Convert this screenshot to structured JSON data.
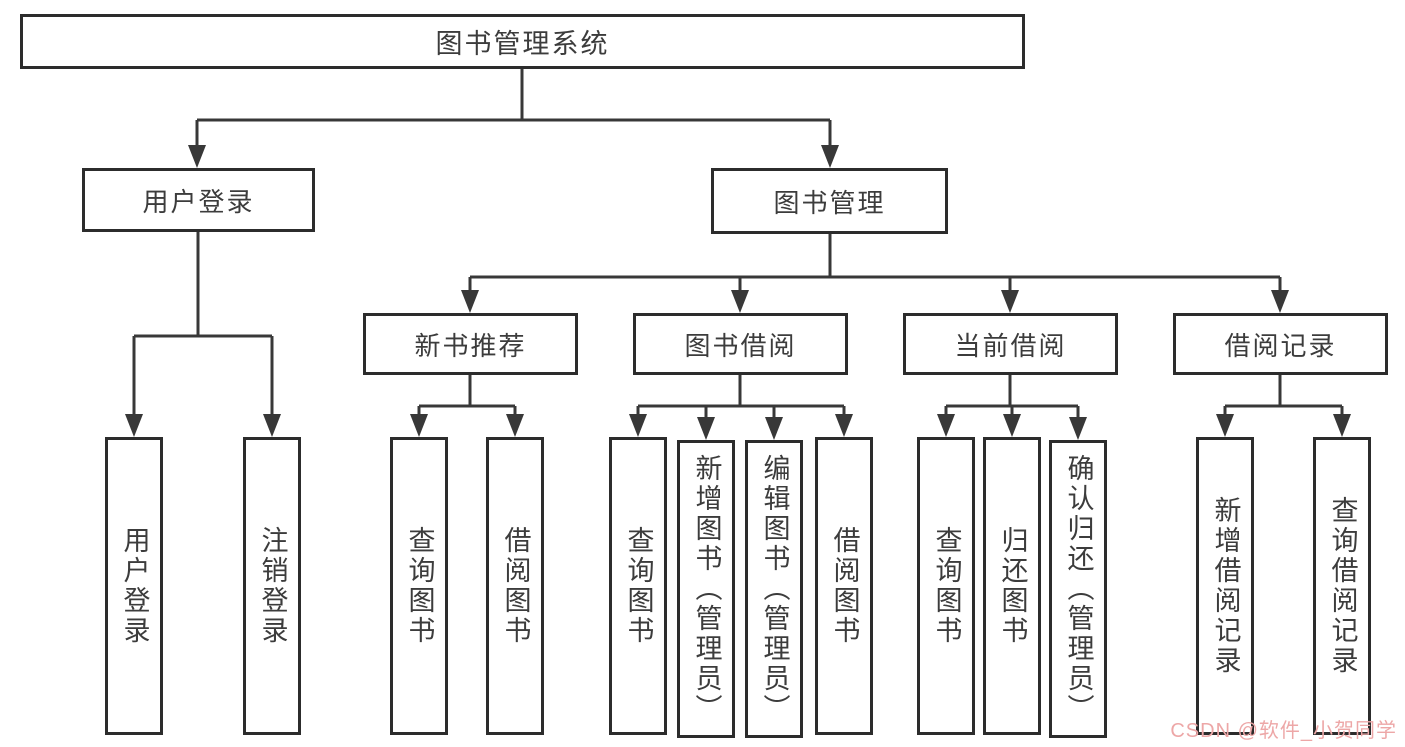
{
  "diagram": {
    "root": "图书管理系统",
    "branches": {
      "user_login": "用户登录",
      "book_management": "图书管理"
    },
    "modules": {
      "new_book_recommend": "新书推荐",
      "book_borrowing": "图书借阅",
      "current_borrowing": "当前借阅",
      "borrowing_records": "借阅记录"
    },
    "leaves": {
      "user_login": "用户登录",
      "logout": "注销登录",
      "nb_query_books": "查询图书",
      "nb_borrow_books": "借阅图书",
      "bb_query_books": "查询图书",
      "bb_add_books_admin": "新增图书（管理员）",
      "bb_edit_books_admin": "编辑图书（管理员）",
      "bb_borrow_books": "借阅图书",
      "cb_query_books": "查询图书",
      "cb_return_books": "归还图书",
      "cb_confirm_return_admin": "确认归还（管理员）",
      "br_add_record": "新增借阅记录",
      "br_query_record": "查询借阅记录"
    }
  },
  "watermark": "CSDN @软件_小贺同学",
  "colors": {
    "line": "#383838",
    "box_border": "#2c2c2c",
    "text": "#3c3c3c",
    "watermark": "#eda7a7",
    "background": "#ffffff"
  }
}
